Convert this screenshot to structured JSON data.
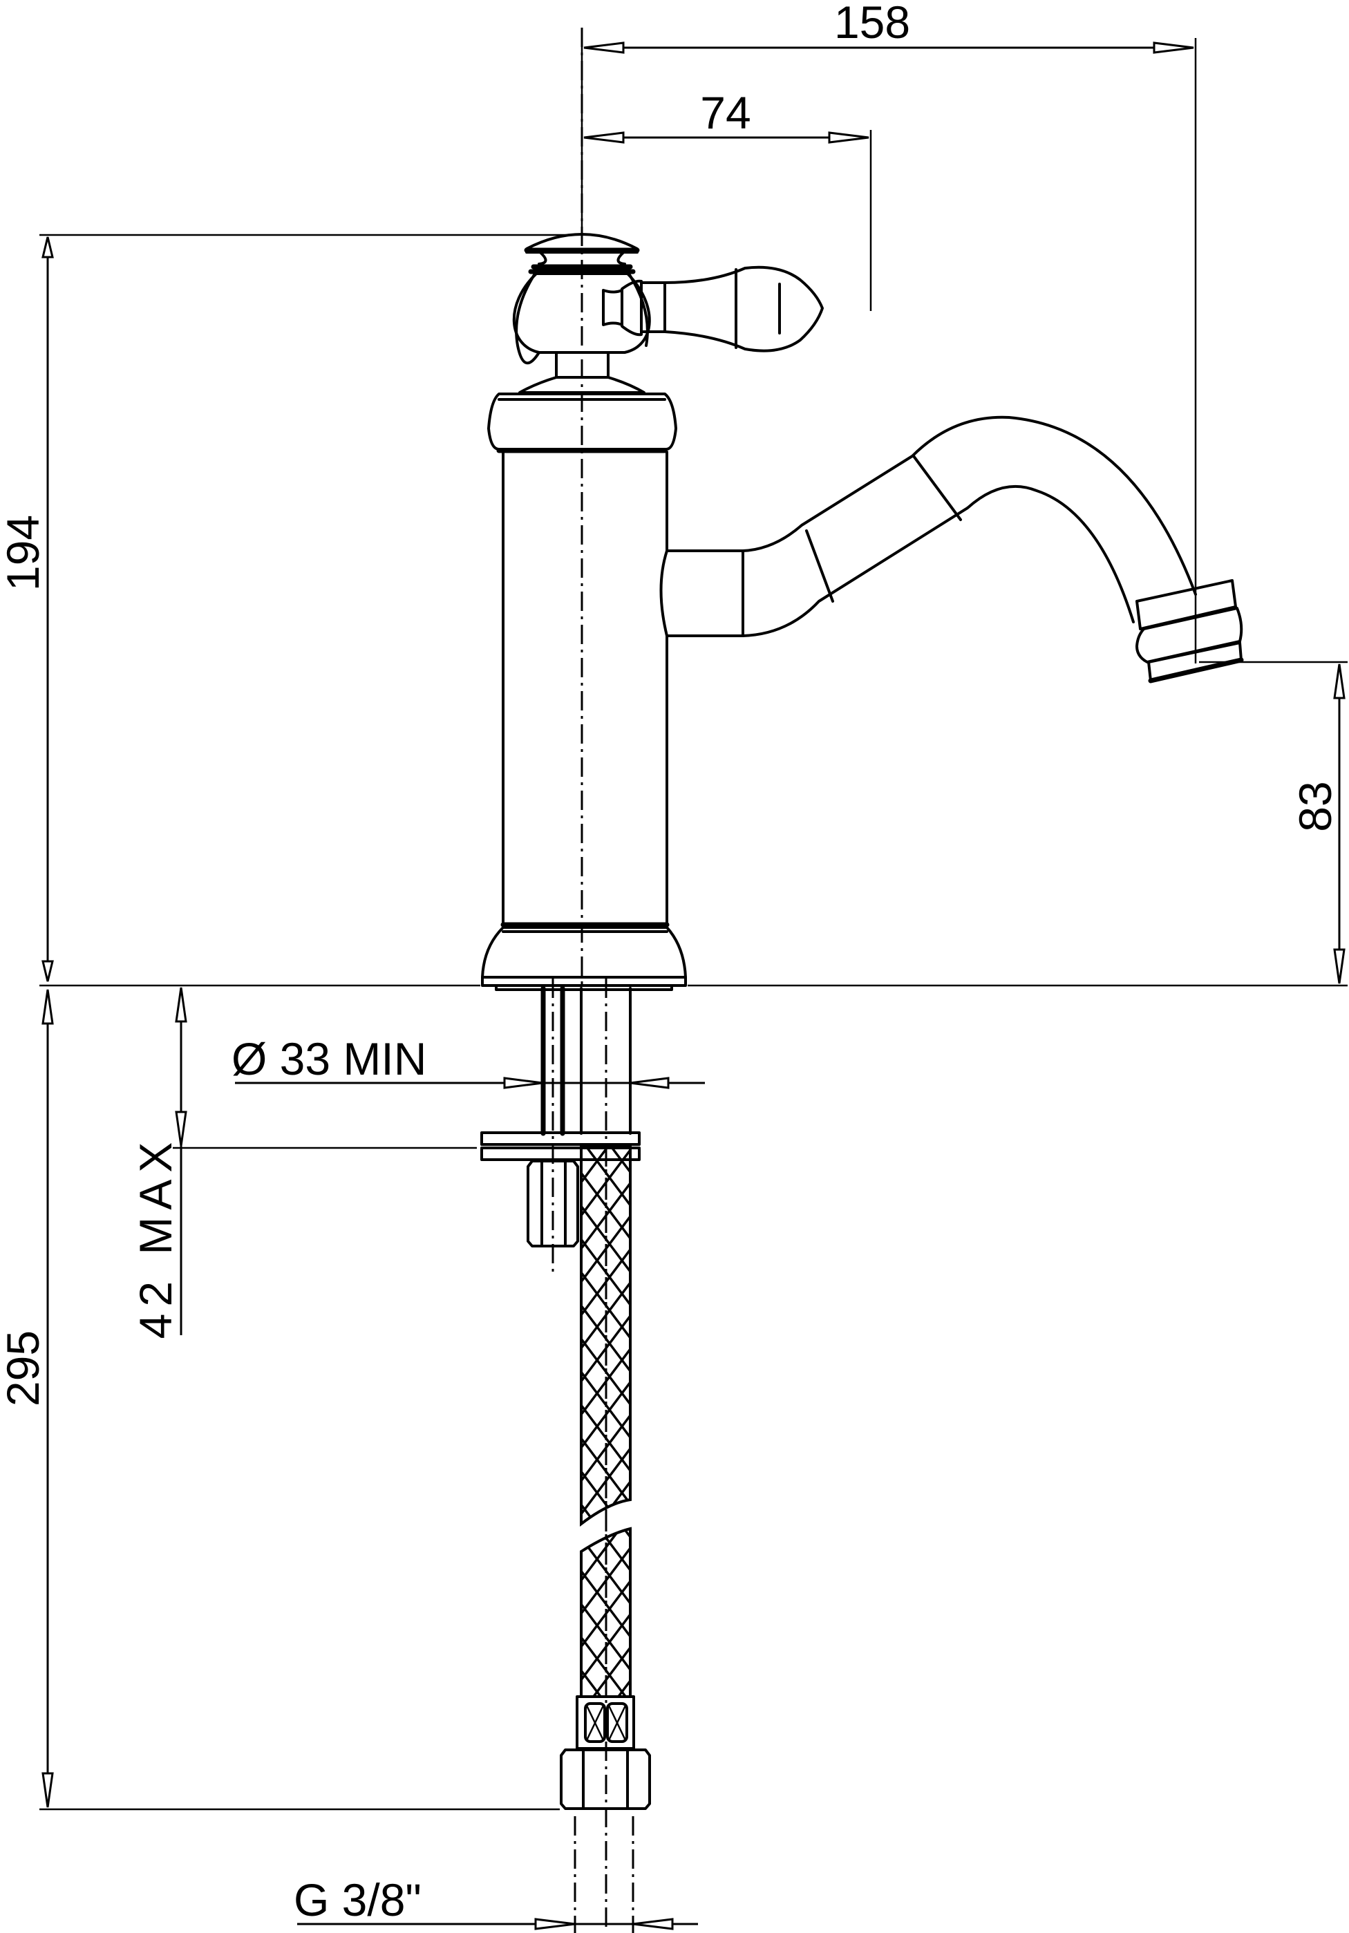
{
  "drawing": {
    "title": "Single-lever basin mixer with swivel spout - technical dimension drawing",
    "line_color": "#000000",
    "background": "#ffffff",
    "dimensions": {
      "overall_reach": {
        "label": "158",
        "value": 158,
        "unit": "mm",
        "orientation": "horizontal"
      },
      "handle_reach": {
        "label": "74",
        "value": 74,
        "unit": "mm",
        "orientation": "horizontal"
      },
      "overall_height": {
        "label": "194",
        "value": 194,
        "unit": "mm",
        "orientation": "vertical"
      },
      "spout_height": {
        "label": "83",
        "value": 83,
        "unit": "mm",
        "orientation": "vertical"
      },
      "hose_length": {
        "label": "295",
        "value": 295,
        "unit": "mm",
        "orientation": "vertical"
      },
      "deck_thickness": {
        "label": "42 MAX",
        "value": 42,
        "unit": "mm",
        "qualifier": "MAX",
        "orientation": "vertical"
      },
      "hole_diameter": {
        "label": "Ø 33  MIN",
        "value": 33,
        "unit": "mm",
        "qualifier": "MIN",
        "orientation": "horizontal"
      },
      "connection_thread": {
        "label": "G  3/8\"",
        "value": "3/8\"",
        "type": "G thread",
        "orientation": "horizontal"
      }
    },
    "components": [
      "cartridge-cap",
      "lever-handle",
      "body-top-collar",
      "body-column",
      "s-curve-spout",
      "aerator",
      "base-flange",
      "threaded-stud",
      "fixing-washers",
      "hex-nut",
      "braided-flexible-hose",
      "hose-ferrule",
      "hose-connector-nut"
    ]
  }
}
